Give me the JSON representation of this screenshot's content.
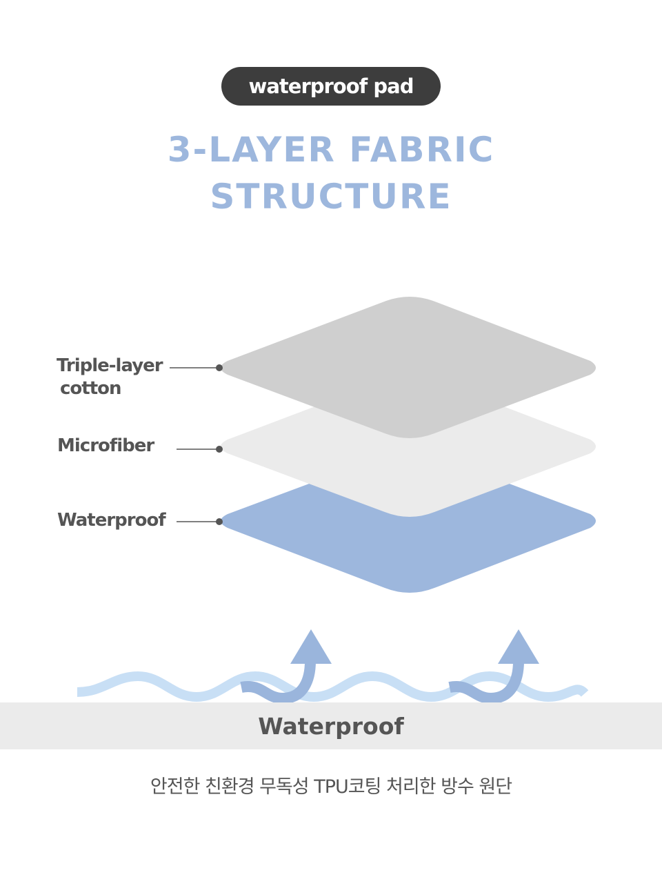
{
  "badge": "waterproof pad",
  "title": {
    "line1": "3-Layer Fabric",
    "line2": "Structure"
  },
  "layers": [
    {
      "label_line1": "Triple-layer",
      "label_line2": "cotton",
      "color": "#cfcfcf"
    },
    {
      "label": "Microfiber",
      "color": "#ebebeb"
    },
    {
      "label": "Waterproof",
      "color": "#9db7dd"
    }
  ],
  "band_label": "Waterproof",
  "description": "안전한 친환경 무독성 TPU코팅 처리한 방수 원단",
  "colors": {
    "accent": "#9db7dd",
    "wave": "#c8dff5",
    "arrow": "#9ab5dc",
    "dark": "#3d3d3d"
  }
}
